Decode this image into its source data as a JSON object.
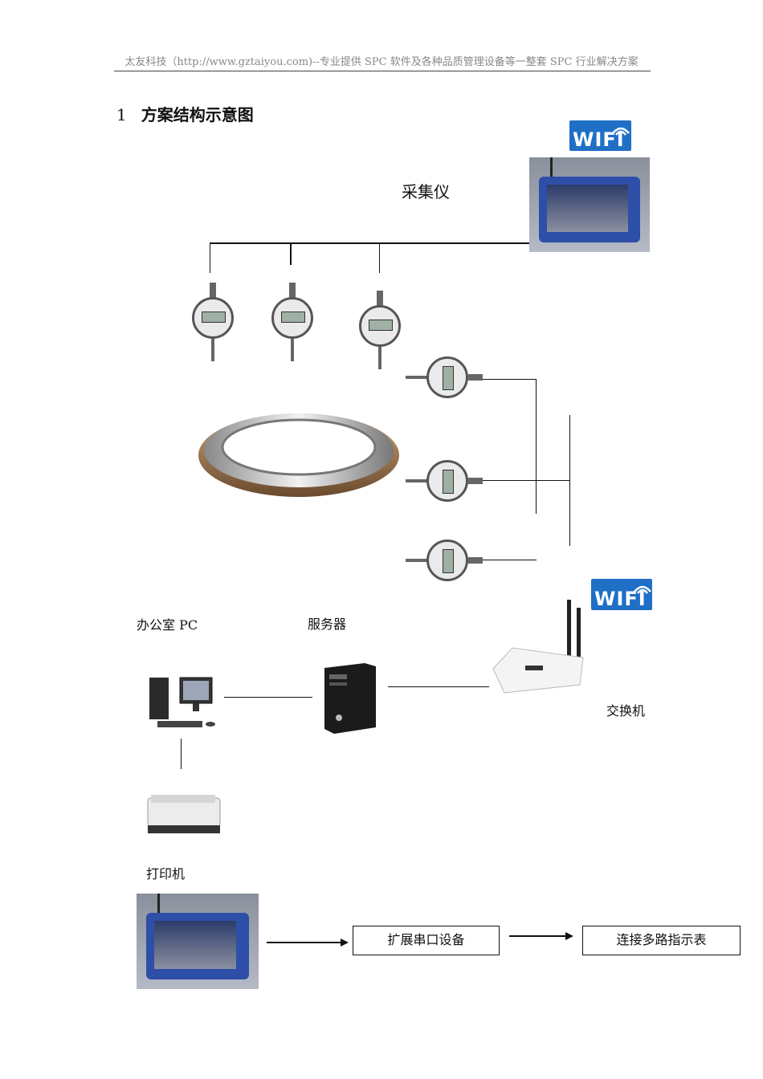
{
  "header": {
    "text": "太友科技（http://www.gztaiyou.com)--专业提供 SPC 软件及各种品质管理设备等一整套 SPC 行业解决方案"
  },
  "section": {
    "number": "1",
    "title": "方案结构示意图"
  },
  "labels": {
    "collector": "采集仪",
    "office_pc": "办公室 PC",
    "server": "服务器",
    "switch": "交换机",
    "printer": "打印机"
  },
  "wifi_logos": [
    "WIFI",
    "WIFI"
  ],
  "flow": {
    "box1": "扩展串口设备",
    "box2": "连接多路指示表"
  },
  "icons": {
    "data_collector_tablet": "tablet-icon",
    "dial_indicator": "dial-gauge-icon",
    "slewing_bearing": "bearing-icon",
    "wireless_router": "router-icon",
    "desktop_pc": "desktop-pc-icon",
    "server_tower": "server-icon",
    "printer": "printer-icon",
    "arrow": "arrow-right-icon"
  },
  "colors": {
    "wifi_blue": "#1f6fc7",
    "tablet_blue": "#2d4fa7"
  }
}
